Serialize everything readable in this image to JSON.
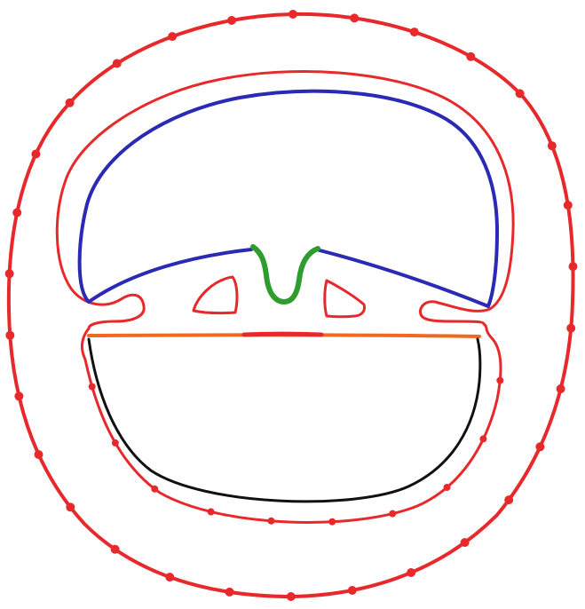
{
  "diagram": {
    "kind": "hand-drawn embryo cross-section sketch",
    "text_labels": [],
    "colors": {
      "outer_membrane": "#e8292c",
      "inner_membrane": "#e8292c",
      "dorsal_cavity_lining": "#2a2ab4",
      "neural_groove": "#2e9c2e",
      "divider_line": "#ef6a1e",
      "divider_center_patch": "#e8292c",
      "ventral_cavity_lining": "#111111",
      "notch_outlines": "#e8292c",
      "dots": "#e8292c"
    },
    "parts": [
      "outer-membrane",
      "outer-membrane-dots",
      "inner-membrane",
      "dorsal-cavity",
      "neural-groove",
      "left-notch",
      "right-notch",
      "divider-line",
      "ventral-cavity"
    ]
  }
}
